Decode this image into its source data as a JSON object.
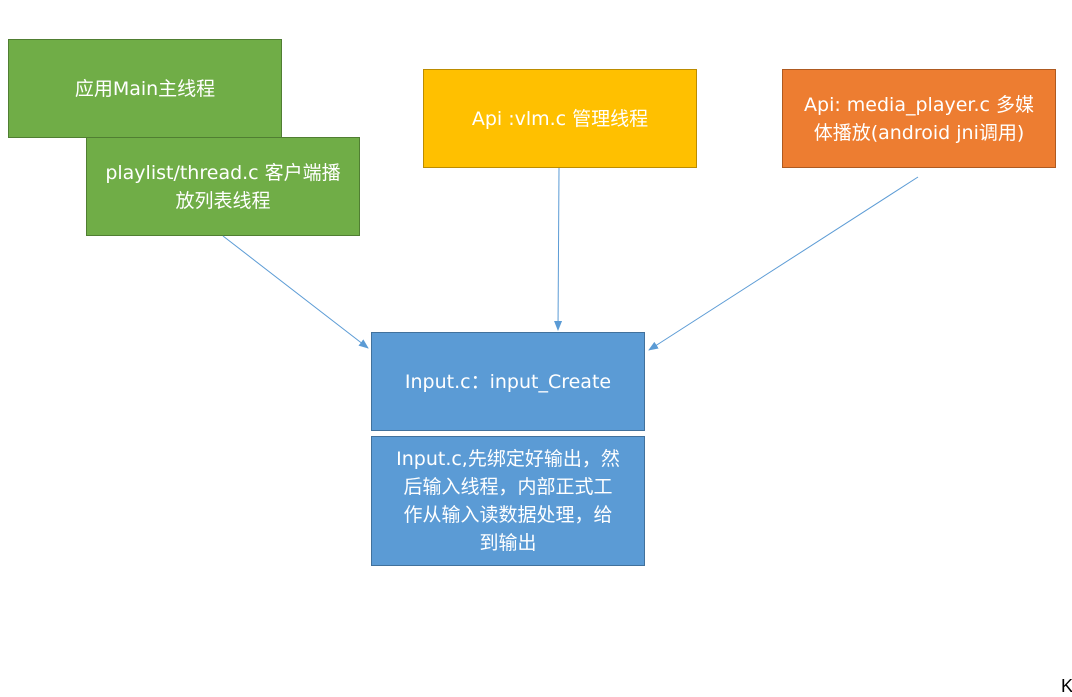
{
  "diagram": {
    "nodes": {
      "main_thread": "应用Main主线程",
      "playlist_thread": "playlist/thread.c 客户端播\n放列表线程",
      "vlm_thread": "Api :vlm.c  管理线程",
      "media_player": "Api: media_player.c 多媒\n体播放(android jni调用)",
      "input_create": "Input.c：input_Create",
      "input_description": "Input.c,先绑定好输出，然\n后输入线程，内部正式工\n作从输入读数据处理，给\n到输出"
    },
    "corner_text": "K",
    "edges": [
      {
        "from": "playlist_thread",
        "to": "input_create"
      },
      {
        "from": "vlm_thread",
        "to": "input_create"
      },
      {
        "from": "media_player",
        "to": "input_create"
      }
    ],
    "colors": {
      "green": "#70ad47",
      "yellow": "#ffc000",
      "orange": "#ed7d31",
      "blue": "#5b9bd5",
      "connector": "#5b9bd5"
    }
  }
}
